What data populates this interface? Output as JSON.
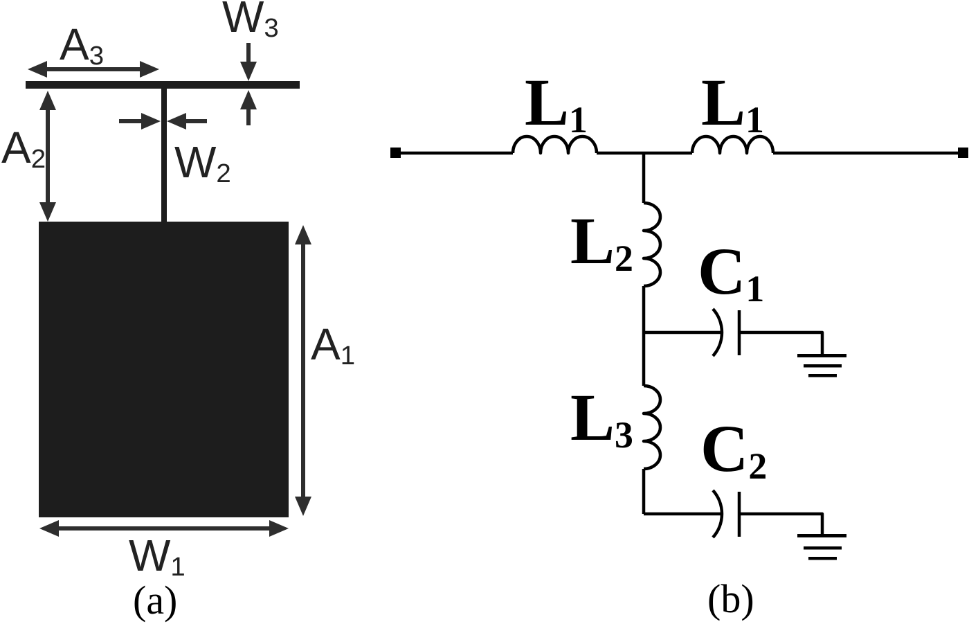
{
  "figure": {
    "colors": {
      "ink": "#000000",
      "dim": "#2e2e2e",
      "patch": "#1d1d1d"
    },
    "panel_a": {
      "caption": "(a)",
      "labels": {
        "A3": {
          "base": "A",
          "sub": "3"
        },
        "W3": {
          "base": "W",
          "sub": "3"
        },
        "A2": {
          "base": "A",
          "sub": "2"
        },
        "W2": {
          "base": "W",
          "sub": "2"
        },
        "A1": {
          "base": "A",
          "sub": "1"
        },
        "W1": {
          "base": "W",
          "sub": "1"
        }
      }
    },
    "panel_b": {
      "caption": "(b)",
      "labels": {
        "L1_left": {
          "base": "L",
          "sub": "1"
        },
        "L1_right": {
          "base": "L",
          "sub": "1"
        },
        "L2": {
          "base": "L",
          "sub": "2"
        },
        "C1": {
          "base": "C",
          "sub": "1"
        },
        "L3": {
          "base": "L",
          "sub": "3"
        },
        "C2": {
          "base": "C",
          "sub": "2"
        }
      }
    }
  }
}
